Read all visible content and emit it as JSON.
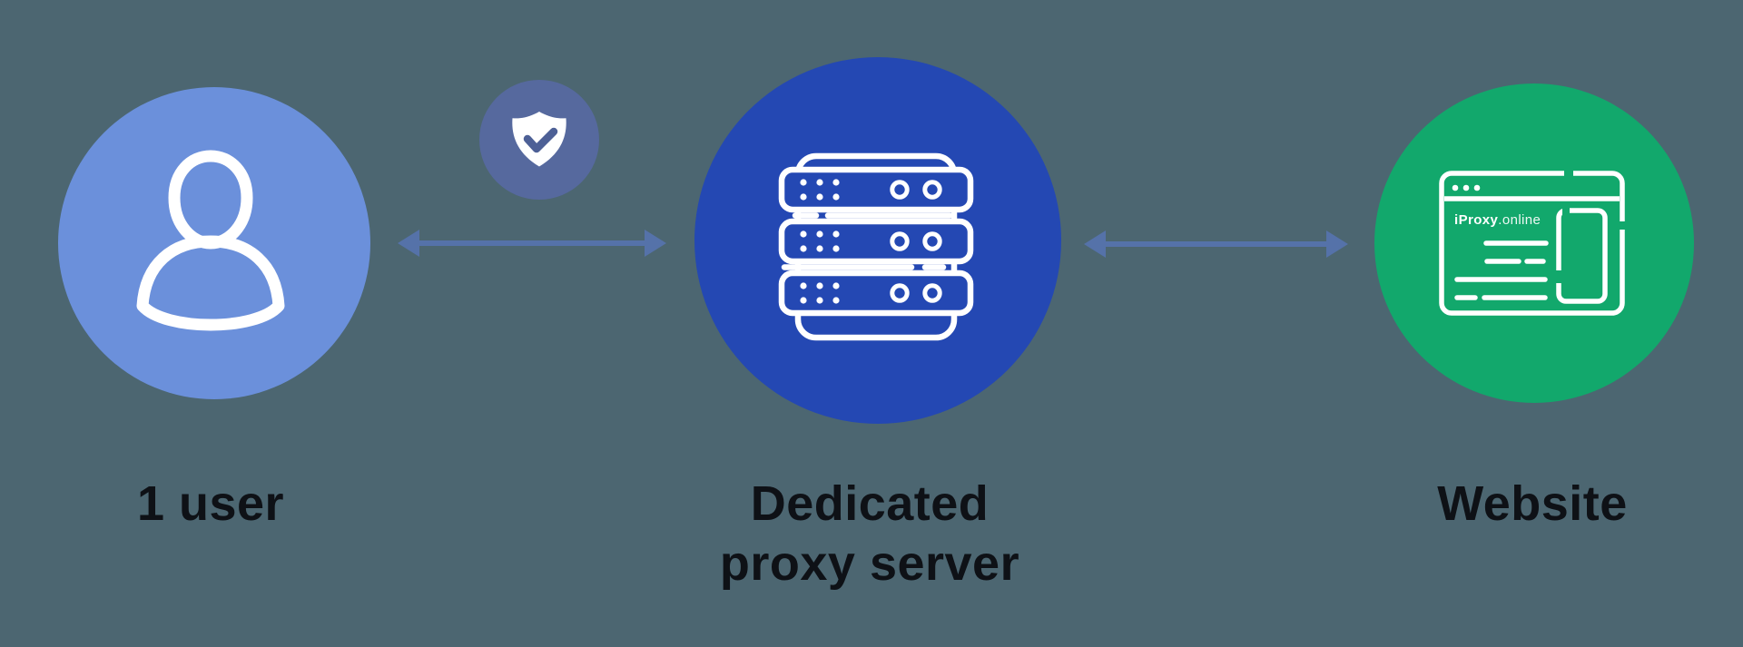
{
  "diagram": {
    "description_visible_text_only": true,
    "nodes": [
      {
        "id": "user",
        "icon": "user-icon",
        "label": "1 user"
      },
      {
        "id": "dedicated-proxy-server",
        "icon": "server-rack-icon",
        "label_lines": [
          "Dedicated",
          "proxy server"
        ]
      },
      {
        "id": "website",
        "icon": "browser-window-icon",
        "label": "Website",
        "browser_brand": {
          "bold": "iProxy",
          "rest": ".online"
        }
      }
    ],
    "badge": {
      "icon": "shield-check-icon"
    },
    "arrows": {
      "type": "double-headed",
      "count": 2
    }
  },
  "colors": {
    "background": "#4C6671",
    "user_circle": "#6B90DB",
    "badge_circle": "#56699E",
    "proxy_circle": "#2448B3",
    "website_circle": "#12A86C",
    "arrow": "#5572A9",
    "check": "#4D6096",
    "icon_stroke": "#FFFFFF",
    "label_text": "#0E1116"
  }
}
